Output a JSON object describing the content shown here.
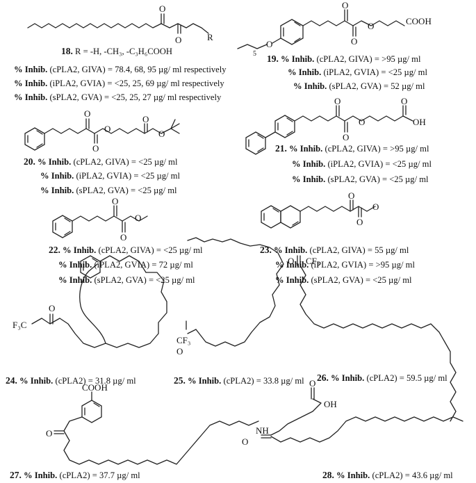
{
  "colors": {
    "ink": "#111111",
    "background": "#ffffff"
  },
  "compounds": [
    {
      "id": "18",
      "label": "18.",
      "r_groups": "R = -H, -CH₃, -C₃H₆COOH",
      "atoms": [
        "O",
        "O",
        "R"
      ],
      "inhibition": [
        {
          "prefix": "% Inhib.",
          "text": "(cPLA2, GIVA) = 78.4, 68, 95 µg/ ml respectively"
        },
        {
          "prefix": "% Inhib.",
          "text": "(iPLA2, GVIA) = <25, 25, 69 µg/ ml respectively"
        },
        {
          "prefix": "% Inhib.",
          "text": "(sPLA2, GVA) = <25, 25, 27 µg/ ml respectively"
        }
      ]
    },
    {
      "id": "19",
      "label": "19.",
      "atoms": [
        "O",
        "O",
        "O",
        "COOH",
        "O",
        "5"
      ],
      "inhibition": [
        {
          "prefix": "% Inhib.",
          "text": "(cPLA2, GIVA) = >95 µg/ ml"
        },
        {
          "prefix": "% Inhib.",
          "text": "(iPLA2, GVIA) = <25 µg/ ml"
        },
        {
          "prefix": "% Inhib.",
          "text": "(sPLA2, GVA) = 52 µg/ ml"
        }
      ]
    },
    {
      "id": "20",
      "label": "20.",
      "atoms": [
        "O",
        "O",
        "O",
        "O",
        "O"
      ],
      "inhibition": [
        {
          "prefix": "% Inhib.",
          "text": "(cPLA2, GIVA) = <25 µg/ ml"
        },
        {
          "prefix": "% Inhib.",
          "text": "(iPLA2, GVIA) = <25 µg/ ml"
        },
        {
          "prefix": "% Inhib.",
          "text": "(sPLA2, GVA) = <25 µg/ ml"
        }
      ]
    },
    {
      "id": "21",
      "label": "21.",
      "atoms": [
        "O",
        "O",
        "O",
        "O",
        "OH"
      ],
      "inhibition": [
        {
          "prefix": "% Inhib.",
          "text": "(cPLA2, GIVA) = >95 µg/ ml"
        },
        {
          "prefix": "% Inhib.",
          "text": "(iPLA2, GVIA) = <25 µg/ ml"
        },
        {
          "prefix": "% Inhib.",
          "text": "(sPLA2, GVA) = <25 µg/ ml"
        }
      ]
    },
    {
      "id": "22",
      "label": "22.",
      "atoms": [
        "O",
        "O",
        "O"
      ],
      "inhibition": [
        {
          "prefix": "% Inhib.",
          "text": "(cPLA2, GIVA) = <25 µg/ ml"
        },
        {
          "prefix": "% Inhib.",
          "text": "(iPLA2, GVIA) = 72 µg/ ml"
        },
        {
          "prefix": "% Inhib.",
          "text": "(sPLA2, GVA) = <25 µg/ ml"
        }
      ]
    },
    {
      "id": "23",
      "label": "23.",
      "atoms": [
        "O",
        "O",
        "O"
      ],
      "inhibition": [
        {
          "prefix": "% Inhib.",
          "text": "(cPLA2, GIVA) = 55 µg/ ml"
        },
        {
          "prefix": "% Inhib.",
          "text": "(iPLA2, GVIA) = >95 µg/ ml"
        },
        {
          "prefix": "% Inhib.",
          "text": "(sPLA2, GVA) = <25 µg/ ml"
        }
      ]
    },
    {
      "id": "24",
      "label": "24.",
      "atoms": [
        "F₃C",
        "O"
      ],
      "inhibition": [
        {
          "prefix": "% Inhib.",
          "text": "(cPLA2) = 31.8 µg/ ml"
        }
      ]
    },
    {
      "id": "25",
      "label": "25.",
      "atoms": [
        "CF₃",
        "O"
      ],
      "inhibition": [
        {
          "prefix": "% Inhib.",
          "text": "(cPLA2) = 33.8 µg/ ml"
        }
      ]
    },
    {
      "id": "26",
      "label": "26.",
      "atoms": [
        "O",
        "CF₃"
      ],
      "inhibition": [
        {
          "prefix": "% Inhib.",
          "text": "(cPLA2) = 59.5 µg/ ml"
        }
      ]
    },
    {
      "id": "27",
      "label": "27.",
      "atoms": [
        "COOH",
        "O"
      ],
      "inhibition": [
        {
          "prefix": "% Inhib.",
          "text": "(cPLA2) = 37.7 µg/ ml"
        }
      ]
    },
    {
      "id": "28",
      "label": "28.",
      "atoms": [
        "O",
        "OH",
        "NH",
        "O"
      ],
      "inhibition": [
        {
          "prefix": "% Inhib.",
          "text": "(cPLA2) = 43.6 µg/ ml"
        }
      ]
    }
  ]
}
